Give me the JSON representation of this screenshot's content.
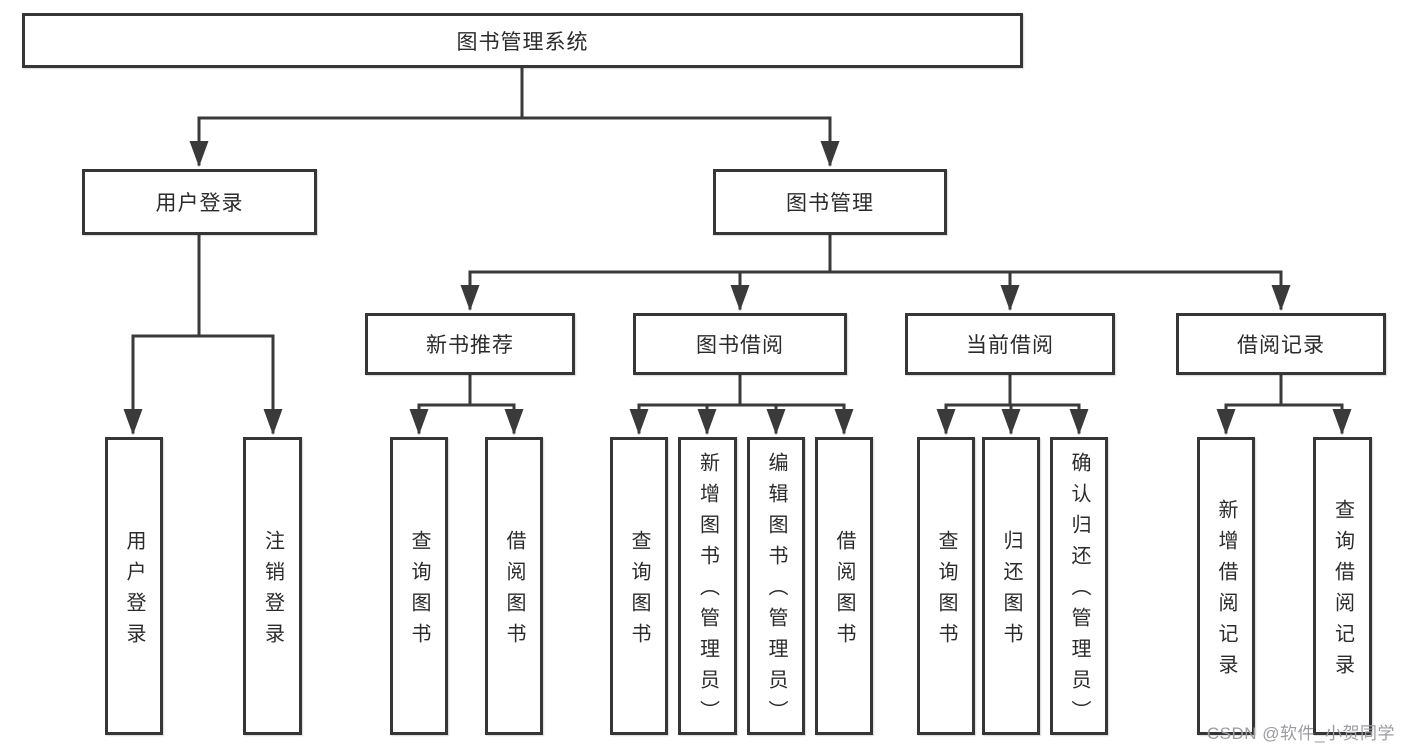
{
  "tree": {
    "root": {
      "label": "图书管理系统"
    },
    "branches": [
      {
        "label": "用户登录",
        "children": [
          {
            "label": "用户登录"
          },
          {
            "label": "注销登录"
          }
        ]
      },
      {
        "label": "图书管理",
        "children": [
          {
            "label": "新书推荐",
            "children": [
              {
                "label": "查询图书"
              },
              {
                "label": "借阅图书"
              }
            ]
          },
          {
            "label": "图书借阅",
            "children": [
              {
                "label": "查询图书"
              },
              {
                "label": "新增图书（管理员）"
              },
              {
                "label": "编辑图书（管理员）"
              },
              {
                "label": "借阅图书"
              }
            ]
          },
          {
            "label": "当前借阅",
            "children": [
              {
                "label": "查询图书"
              },
              {
                "label": "归还图书"
              },
              {
                "label": "确认归还（管理员）"
              }
            ]
          },
          {
            "label": "借阅记录",
            "children": [
              {
                "label": "新增借阅记录"
              },
              {
                "label": "查询借阅记录"
              }
            ]
          }
        ]
      }
    ]
  },
  "watermark": {
    "text": "CSDN @软件_小贺同学",
    "color": "#9b9ba3"
  },
  "colors": {
    "line": "#3a3a3a",
    "box_border": "#363636",
    "box_fill": "#ffffff",
    "text": "#2b2b2b",
    "background": "#ffffff"
  }
}
